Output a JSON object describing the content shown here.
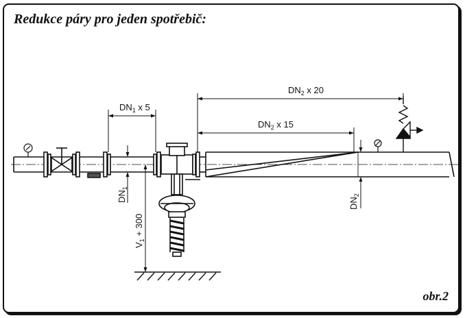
{
  "title": "Redukce páry pro jeden spotřebič:",
  "figure_label": "obr.2",
  "dimensions": {
    "d1_main": "DN",
    "d1_sub": "1",
    "d1_tail": " x 5",
    "d2a_main": "DN",
    "d2a_sub": "2",
    "d2a_tail": " x 20",
    "d2b_main": "DN",
    "d2b_sub": "2",
    "d2b_tail": " x 15",
    "dn1_main": "DN",
    "dn1_sub": "1",
    "dn2_main": "DN",
    "dn2_sub": "2",
    "v_main": "V",
    "v_sub": "1",
    "v_tail": " + 300"
  },
  "colors": {
    "ink": "#111111",
    "paper": "#ffffff"
  },
  "icons": [
    "pressure-gauge-icon",
    "gate-valve-icon",
    "pressure-reducer-icon",
    "safety-valve-icon",
    "ground-hatch-icon"
  ]
}
